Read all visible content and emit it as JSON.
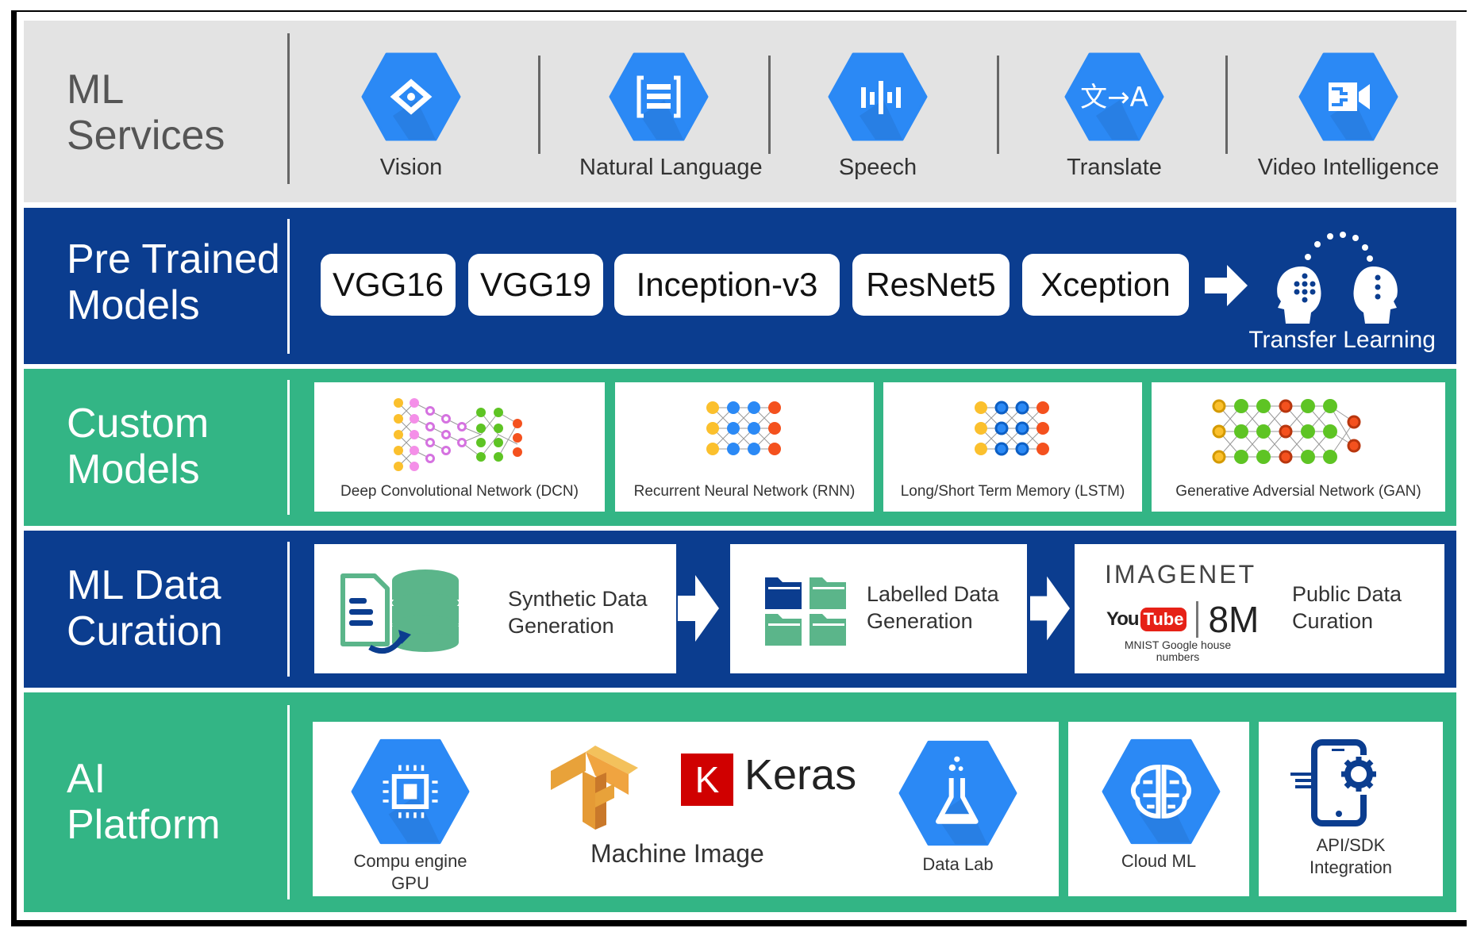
{
  "rows": {
    "ml_services": {
      "title_line1": "ML",
      "title_line2": "Services",
      "color": "#e3e3e3",
      "items": [
        {
          "label": "Vision",
          "icon": "vision-icon"
        },
        {
          "label": "Natural Language",
          "icon": "natural-language-icon"
        },
        {
          "label": "Speech",
          "icon": "speech-icon"
        },
        {
          "label": "Translate",
          "icon": "translate-icon",
          "glyph": "文→A"
        },
        {
          "label": "Video Intelligence",
          "icon": "video-intelligence-icon"
        }
      ]
    },
    "pretrained": {
      "title_line1": "Pre Trained",
      "title_line2": "Models",
      "color": "#0b3d8f",
      "models": [
        "VGG16",
        "VGG19",
        "Inception-v3",
        "ResNet5",
        "Xception"
      ],
      "transfer_label": "Transfer Learning"
    },
    "custom": {
      "title_line1": "Custom",
      "title_line2": "Models",
      "color": "#33b585",
      "cards": [
        {
          "label": "Deep Convolutional Network (DCN)"
        },
        {
          "label": "Recurrent Neural Network (RNN)"
        },
        {
          "label": "Long/Short Term Memory (LSTM)"
        },
        {
          "label": "Generative Adversial Network (GAN)"
        }
      ]
    },
    "data_curation": {
      "title_line1": "ML Data",
      "title_line2": "Curation",
      "color": "#0b3d8f",
      "steps": [
        {
          "line1": "Synthetic Data",
          "line2": "Generation"
        },
        {
          "line1": "Labelled Data",
          "line2": "Generation"
        },
        {
          "line1": "Public Data",
          "line2": "Curation"
        }
      ],
      "public": {
        "imagenet": "IMAGENET",
        "youtube_you": "You",
        "youtube_tube": "Tube",
        "count": "8M",
        "sub_line1": "MNIST Google house",
        "sub_line2": "numbers"
      }
    },
    "platform": {
      "title_line1": "AI",
      "title_line2": "Platform",
      "color": "#33b585",
      "compute_line1": "Compu engine",
      "compute_line2": "GPU",
      "keras_letter": "K",
      "keras": "Keras",
      "machine_image": "Machine Image",
      "data_lab": "Data Lab",
      "cloud_ml": "Cloud ML",
      "api_line1": "API/SDK",
      "api_line2": "Integration"
    }
  },
  "colors": {
    "google_blue": "#2b89f5",
    "navy": "#0b3d8f",
    "green": "#33b585",
    "keras_red": "#d00000",
    "youtube_red": "#e62117"
  }
}
